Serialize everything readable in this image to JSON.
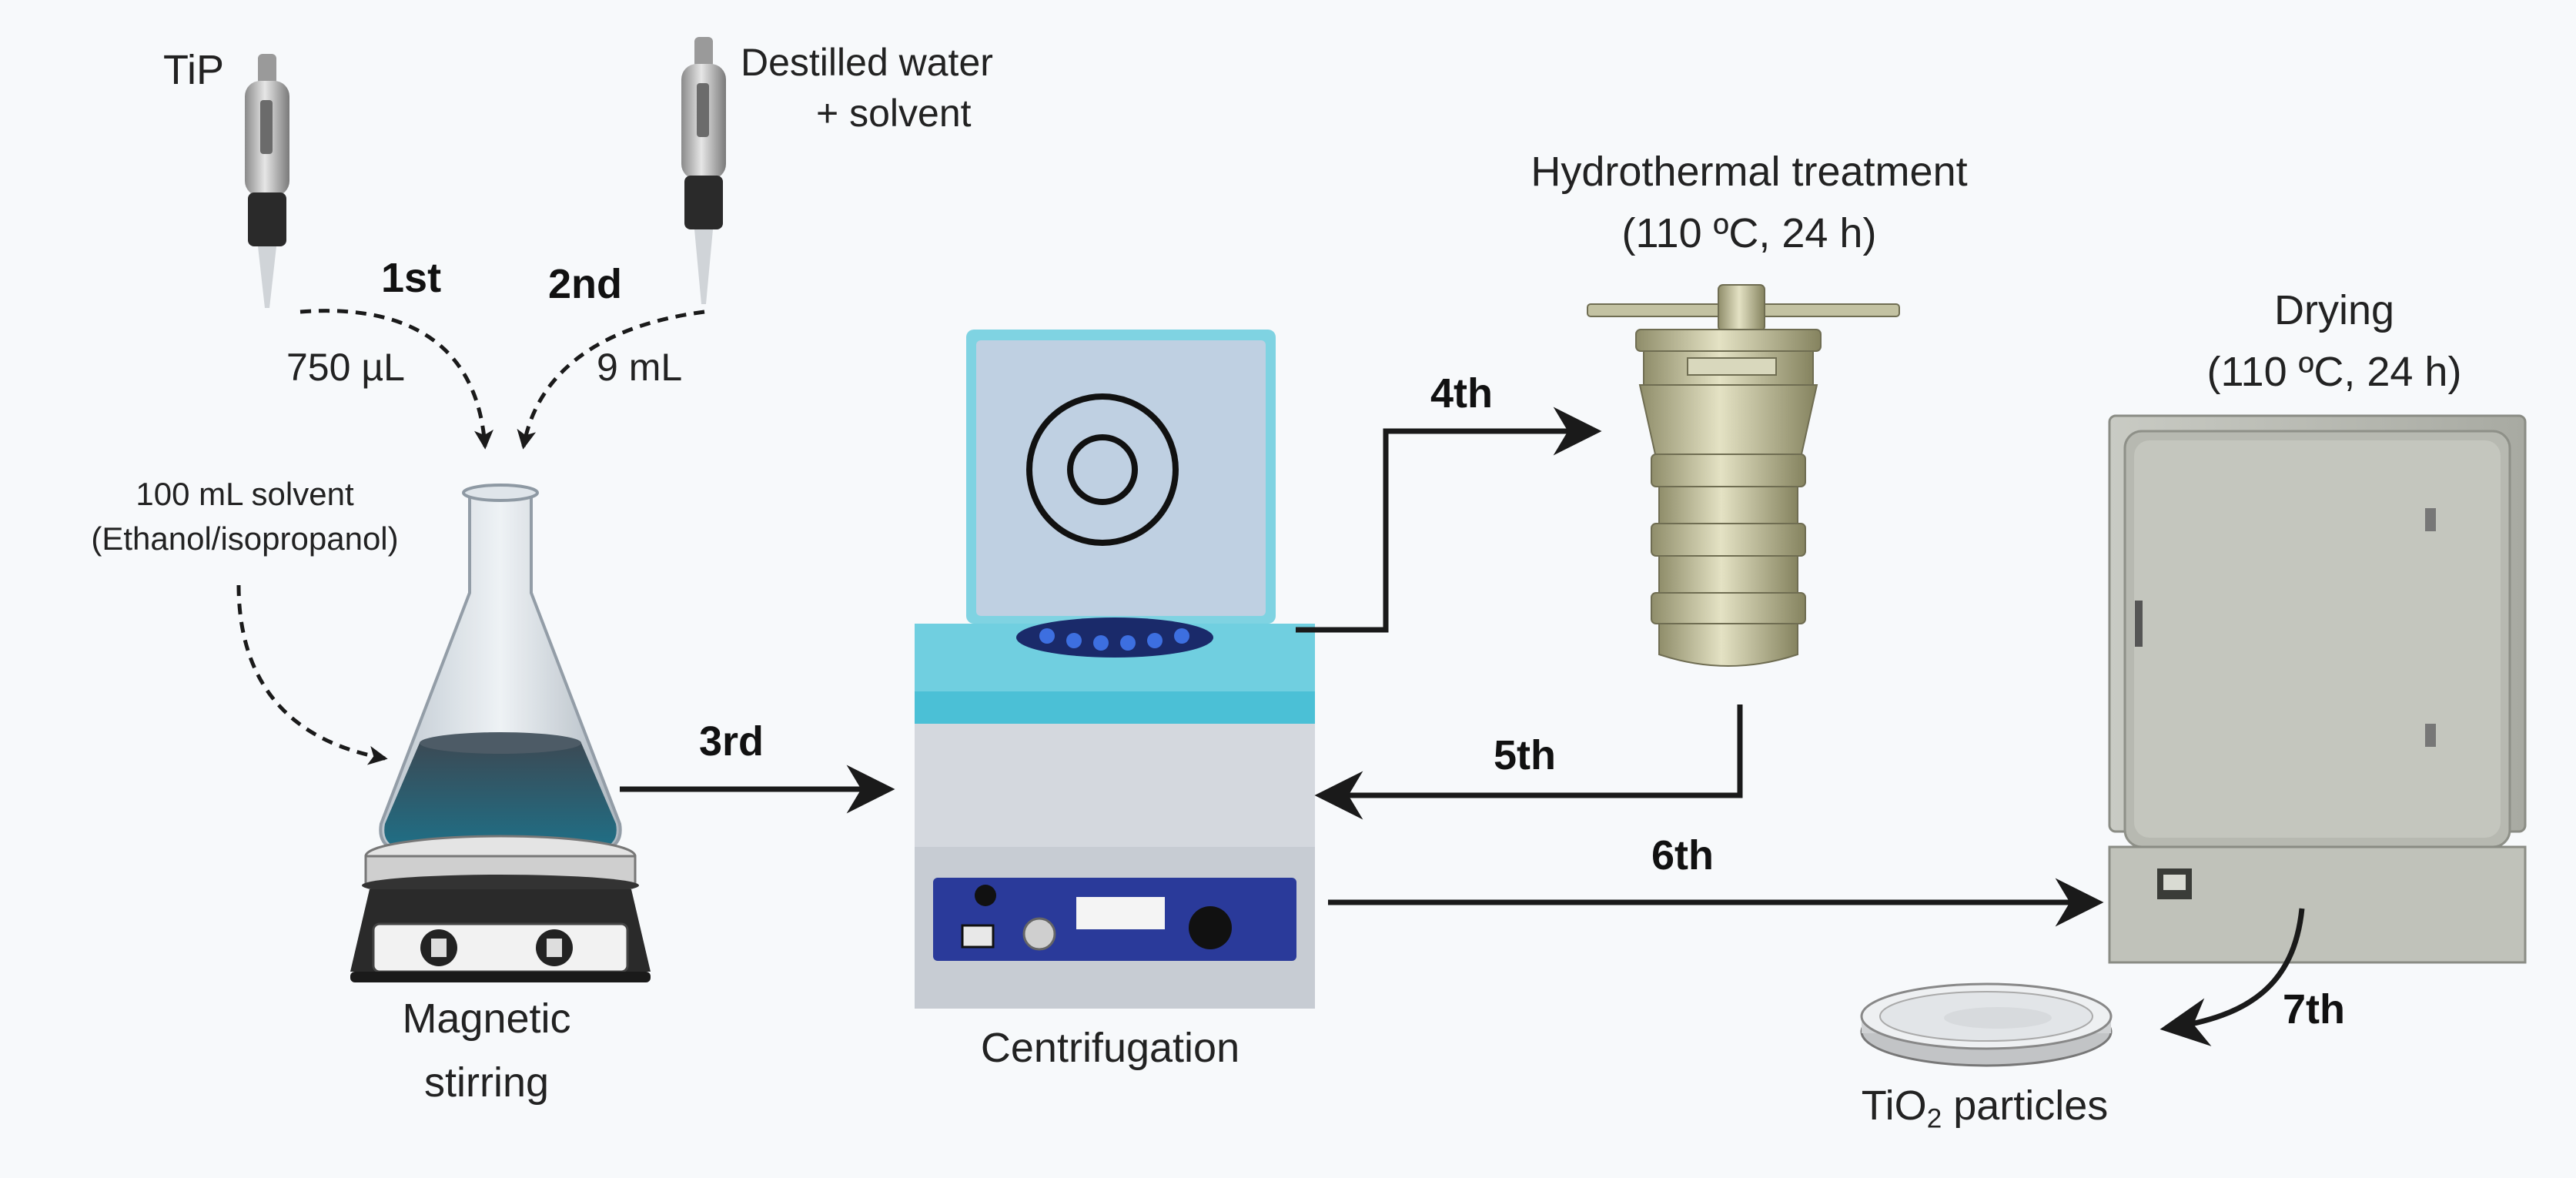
{
  "diagram": {
    "steps": {
      "s1": "1st",
      "s2": "2nd",
      "s3": "3rd",
      "s4": "4th",
      "s5": "5th",
      "s6": "6th",
      "s7": "7th"
    },
    "pipette_1": {
      "label": "TiP",
      "volume": "750 µL"
    },
    "pipette_2": {
      "label_line1": "Destilled water",
      "label_line2": "+ solvent",
      "volume": "9 mL"
    },
    "solvent_note": {
      "line1": "100 mL solvent",
      "line2": "(Ethanol/isopropanol)"
    },
    "stirrer": {
      "line1": "Magnetic",
      "line2": "stirring"
    },
    "centrifuge": {
      "label": "Centrifugation"
    },
    "autoclave": {
      "line1": "Hydrothermal treatment",
      "line2": "(110 ºC, 24 h)"
    },
    "oven": {
      "line1": "Drying",
      "line2": "(110 ºC, 24 h)"
    },
    "product": {
      "prefix": "TiO",
      "subscript": "2",
      "suffix": " particles"
    }
  }
}
